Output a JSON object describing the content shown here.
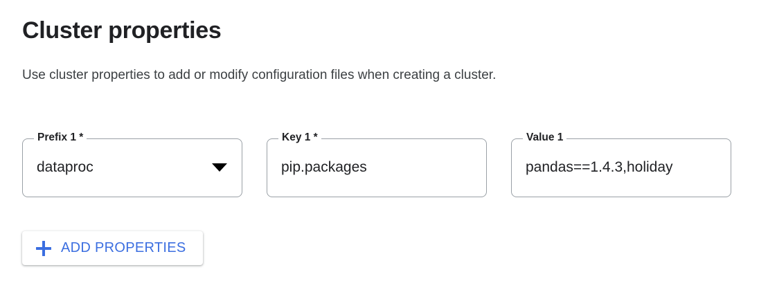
{
  "section": {
    "title": "Cluster properties",
    "description": "Use cluster properties to add or modify configuration files when creating a cluster."
  },
  "fields": [
    {
      "label": "Prefix 1 *",
      "value": "dataproc",
      "control": "select",
      "icon": "dropdown-caret-icon"
    },
    {
      "label": "Key 1 *",
      "value": "pip.packages",
      "control": "text",
      "icon": ""
    },
    {
      "label": "Value 1",
      "value": "pandas==1.4.3,holiday",
      "control": "text",
      "icon": ""
    }
  ],
  "actions": {
    "add_properties_label": "ADD PROPERTIES",
    "add_properties_icon": "plus-icon"
  },
  "colors": {
    "accent_blue": "#3b6ee0",
    "text_primary": "#202124",
    "text_secondary": "#3c4043",
    "field_border": "#9aa0a6",
    "background": "#ffffff"
  }
}
